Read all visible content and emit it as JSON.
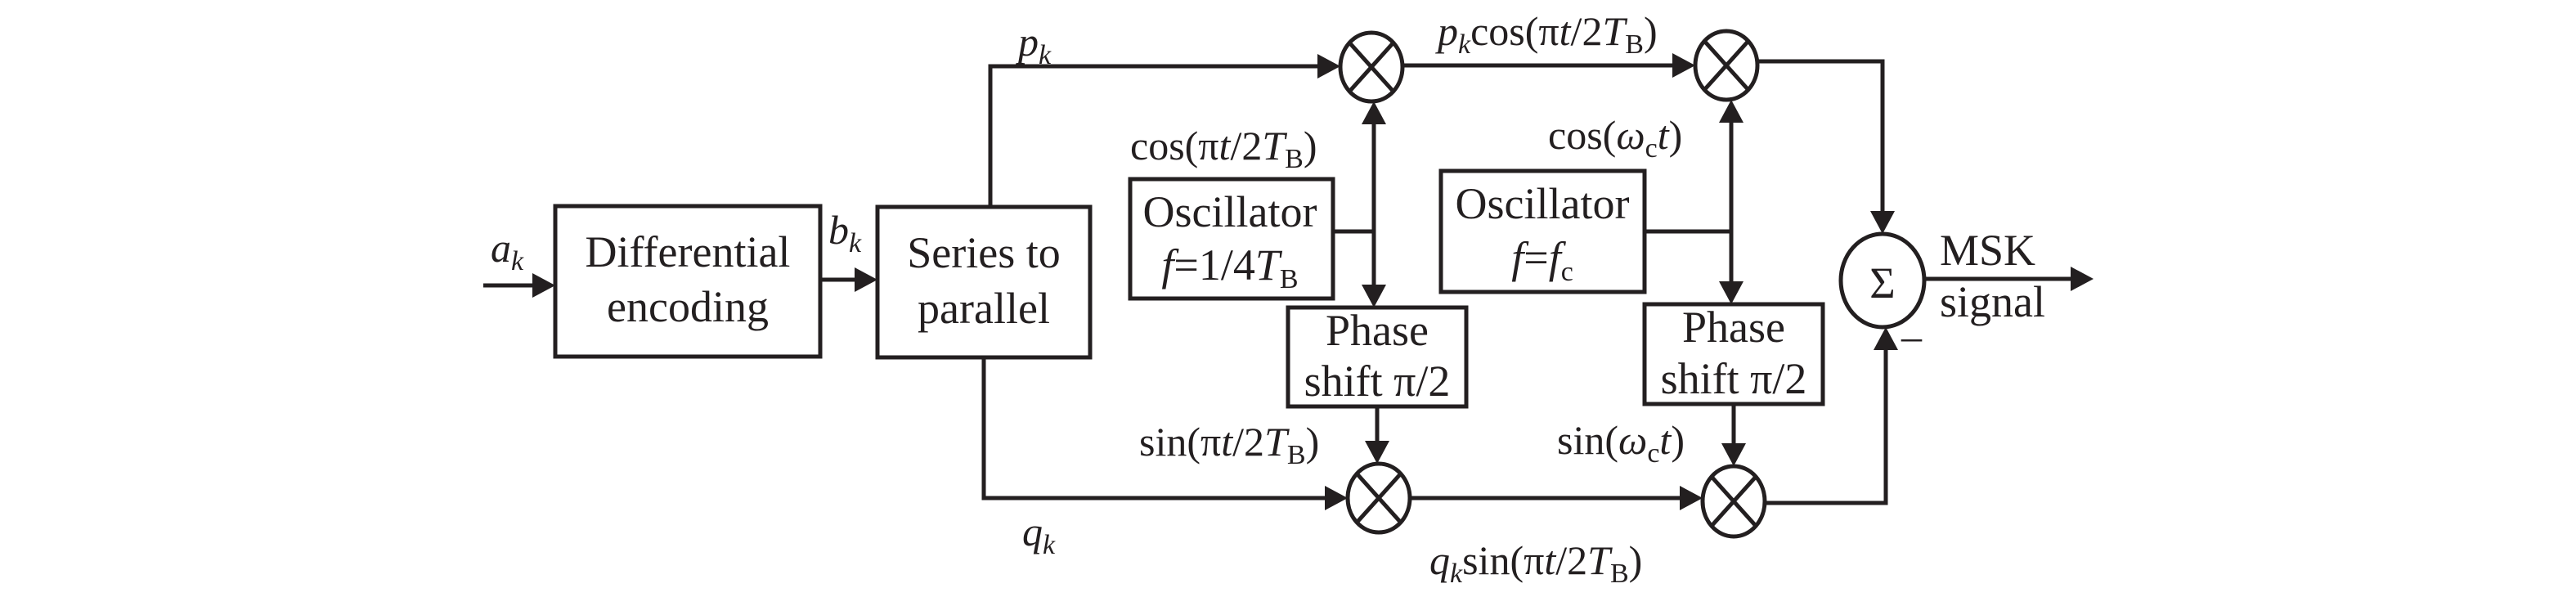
{
  "title": "MSK modulator block diagram",
  "colors": {
    "stroke": "#231f20",
    "background": "#ffffff"
  },
  "blocks": {
    "differential_encoding": {
      "line1": "Differential",
      "line2": "encoding"
    },
    "series_to_parallel": {
      "line1": "Series to",
      "line2": "parallel"
    },
    "oscillator_1": {
      "line1": "Oscillator",
      "f": "f",
      "eq": "=1/4",
      "T": "T",
      "sub": "B"
    },
    "oscillator_2": {
      "line1": "Oscillator",
      "f": "f",
      "eq": "=",
      "fc": "f",
      "sub": "c"
    },
    "phase_shift_1": {
      "line1": "Phase",
      "line2": "shift π/2"
    },
    "phase_shift_2": {
      "line1": "Phase",
      "line2": "shift π/2"
    },
    "mixer_symbol": "multiplier",
    "summer_symbol": "Σ",
    "minus_sign": "–"
  },
  "signals": {
    "input": {
      "main": "a",
      "sub": "k"
    },
    "encoded": {
      "main": "b",
      "sub": "k"
    },
    "upper_branch": {
      "main": "p",
      "sub": "k"
    },
    "lower_branch": {
      "main": "q",
      "sub": "k"
    },
    "cos_low": {
      "pre": "cos(π",
      "t": "t",
      "mid": "/2",
      "T": "T",
      "sub": "B",
      "post": ")"
    },
    "sin_low": {
      "pre": "sin(π",
      "t": "t",
      "mid": "/2",
      "T": "T",
      "sub": "B",
      "post": ")"
    },
    "cos_carrier": {
      "pre": "cos(",
      "w": "ω",
      "sub": "c",
      "t": "t",
      "post": ")"
    },
    "sin_carrier": {
      "pre": "sin(",
      "w": "ω",
      "sub": "c",
      "t": "t",
      "post": ")"
    },
    "p_product": {
      "p": "p",
      "psub": "k",
      "pre": "cos(π",
      "t": "t",
      "mid": "/2",
      "T": "T",
      "sub": "B",
      "post": ")"
    },
    "q_product": {
      "q": "q",
      "qsub": "k",
      "pre": "sin(π",
      "t": "t",
      "mid": "/2",
      "T": "T",
      "sub": "B",
      "post": ")"
    },
    "output": {
      "line1": "MSK",
      "line2": "signal"
    }
  }
}
